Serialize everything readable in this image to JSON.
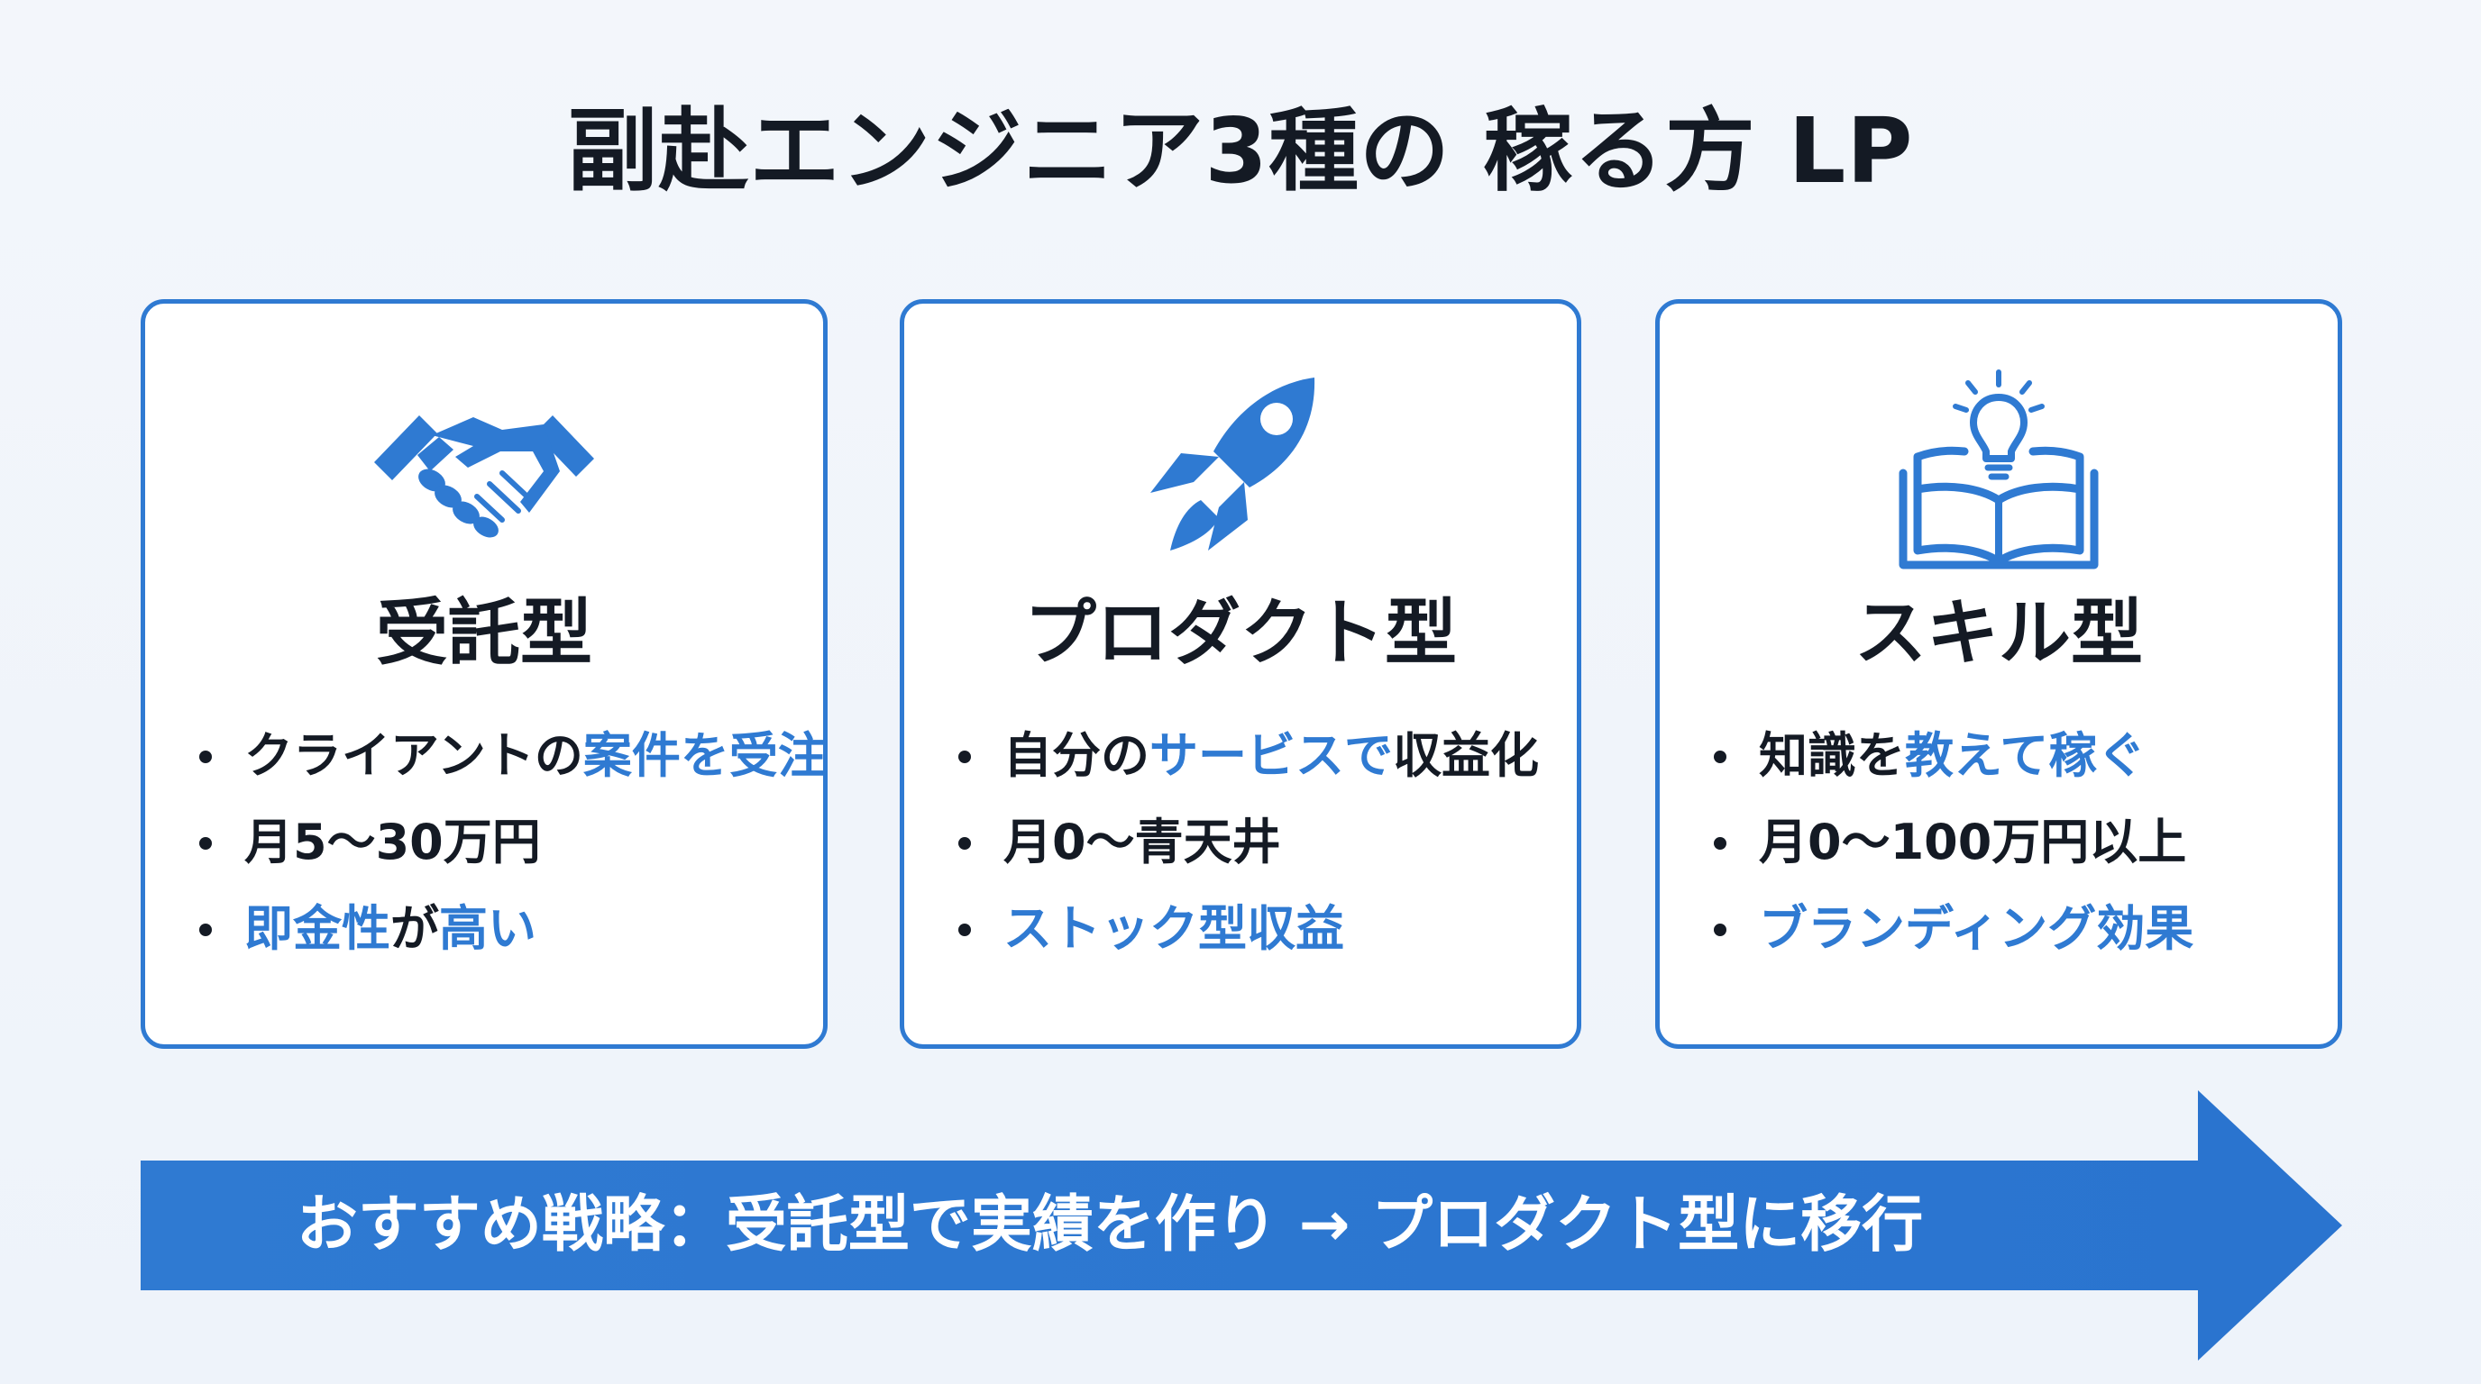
{
  "title": "副赴エンジニア3種の 稼る方 LP",
  "cards": [
    {
      "icon": "handshake-icon",
      "title": "受託型",
      "bullets": [
        [
          {
            "t": "クライアントの",
            "h": false
          },
          {
            "t": "案件を受注",
            "h": true
          }
        ],
        [
          {
            "t": "月5〜30万円",
            "h": false
          }
        ],
        [
          {
            "t": "即金性",
            "h": true
          },
          {
            "t": "が",
            "h": false
          },
          {
            "t": "高い",
            "h": true
          }
        ]
      ]
    },
    {
      "icon": "rocket-icon",
      "title": "プロダクト型",
      "bullets": [
        [
          {
            "t": "自分の",
            "h": false
          },
          {
            "t": "サービスで",
            "h": true
          },
          {
            "t": "収益化",
            "h": false
          }
        ],
        [
          {
            "t": "月0〜青天井",
            "h": false
          }
        ],
        [
          {
            "t": "ストック型収益",
            "h": true
          }
        ]
      ]
    },
    {
      "icon": "book-lightbulb-icon",
      "title": "スキル型",
      "bullets": [
        [
          {
            "t": "知識を",
            "h": false
          },
          {
            "t": "教えて稼ぐ",
            "h": true
          }
        ],
        [
          {
            "t": "月0〜100万円以上",
            "h": false
          }
        ],
        [
          {
            "t": "ブランディング効果",
            "h": true
          }
        ]
      ]
    }
  ],
  "banner": {
    "text": "おすすめ戦略：受託型で実績を作り → プロダクト型に移行"
  },
  "colors": {
    "accent": "#2f7ad2",
    "text": "#141a24",
    "background": "#f1f5fb"
  }
}
